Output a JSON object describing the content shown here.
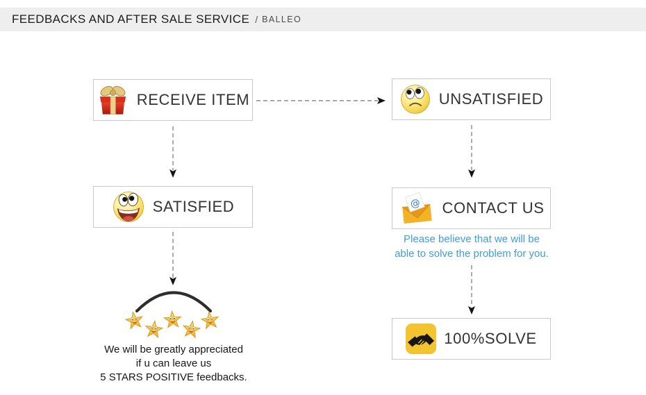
{
  "header": {
    "title": "FEEDBACKS AND AFTER SALE SERVICE",
    "separator": "/",
    "brand": "BALLEO"
  },
  "flow": {
    "receive_item_label": "RECEIVE ITEM",
    "unsatisfied_label": "UNSATISFIED",
    "satisfied_label": "SATISFIED",
    "contact_us_label": "CONTACT US",
    "solve_label": "100%SOLVE",
    "contact_note": {
      "line1": "Please believe that we will be",
      "line2": "able to solve the problem for you."
    },
    "feedback_note": {
      "line1": "We will be greatly appreciated",
      "line2": "if u can leave us",
      "line3": "5 STARS POSITIVE feedbacks."
    }
  },
  "icons": {
    "gift": "gift-icon",
    "sad_face": "sad-face-icon",
    "happy_face": "happy-face-icon",
    "envelope": "email-envelope-icon",
    "handshake": "handshake-icon",
    "star": "smiling-star-icon"
  },
  "stars": {
    "count": 5
  },
  "colors": {
    "header_bg": "#eeeeee",
    "box_border": "#c9c9c9",
    "label_text": "#333333",
    "note_blue": "#3f9edb",
    "arrow_dash_gray": "#8a8a8a",
    "arrowhead_black": "#141414",
    "star_gold": "#ffd84d",
    "handshake_tile_yellow": "#f2c430",
    "gift_red": "#c2220f",
    "envelope_orange": "#f4b227"
  }
}
